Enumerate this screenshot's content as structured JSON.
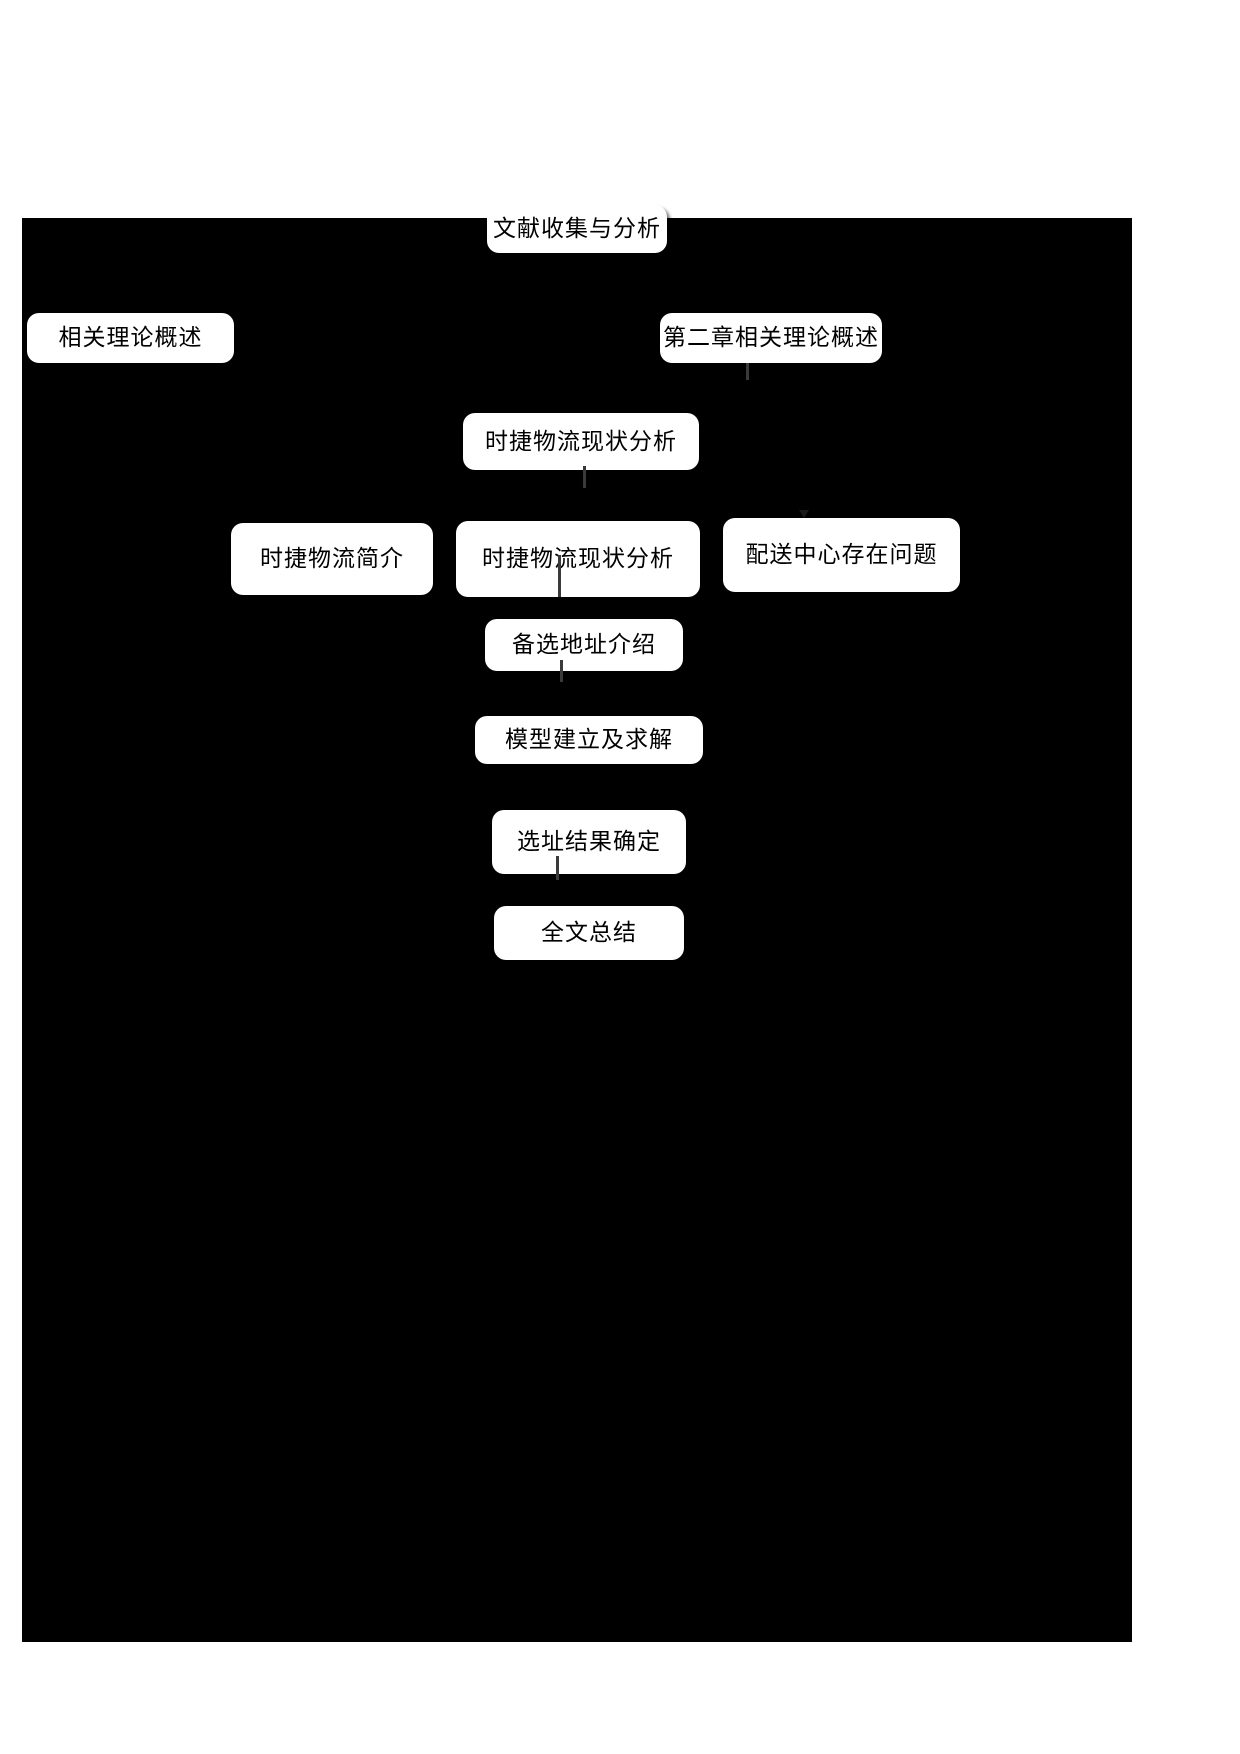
{
  "page": {
    "background_color": "#ffffff",
    "panel_color": "#000000",
    "node_fill": "#ffffff",
    "node_text_color": "#000000"
  },
  "diagram": {
    "type": "flowchart",
    "nodes": [
      {
        "id": "n1",
        "label": "文献收集与分析"
      },
      {
        "id": "n2",
        "label": "相关理论概述"
      },
      {
        "id": "n3",
        "label": "第二章相关理论概述"
      },
      {
        "id": "n4",
        "label": "时捷物流现状分析"
      },
      {
        "id": "n5",
        "label": "时捷物流简介"
      },
      {
        "id": "n6",
        "label": "时捷物流现状分析"
      },
      {
        "id": "n7",
        "label": "配送中心存在问题"
      },
      {
        "id": "n8",
        "label": "备选地址介绍"
      },
      {
        "id": "n9",
        "label": "模型建立及求解"
      },
      {
        "id": "n10",
        "label": "选址结果确定"
      },
      {
        "id": "n11",
        "label": "全文总结"
      }
    ]
  }
}
